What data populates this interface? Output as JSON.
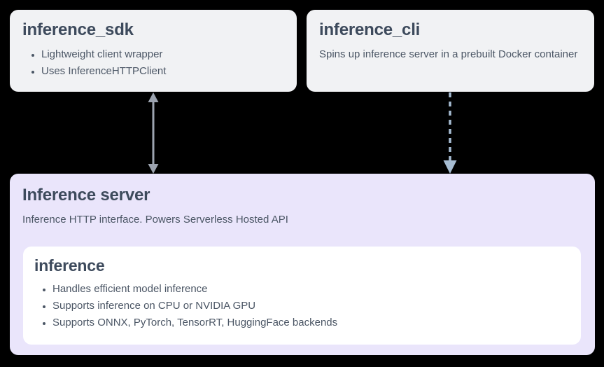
{
  "diagram": {
    "sdk_card": {
      "title": "inference_sdk",
      "bullets": [
        "Lightweight client wrapper",
        "Uses InferenceHTTPClient"
      ]
    },
    "cli_card": {
      "title": "inference_cli",
      "description": "Spins up inference server in a prebuilt Docker container"
    },
    "server_card": {
      "title": "Inference server",
      "subtitle": "Inference HTTP interface. Powers Serverless Hosted API",
      "inference_card": {
        "title": "inference",
        "bullets": [
          "Handles efficient model inference",
          "Supports inference on CPU or NVIDIA GPU",
          "Supports ONNX, PyTorch, TensorRT, HuggingFace backends"
        ]
      }
    },
    "arrows": [
      {
        "name": "sdk-to-server",
        "style": "solid",
        "direction": "both",
        "color": "#9ca3af"
      },
      {
        "name": "cli-to-server",
        "style": "dashed",
        "direction": "down",
        "color": "#a6bcd2"
      }
    ]
  },
  "colors": {
    "background": "#000000",
    "top_card_bg": "#f1f2f4",
    "server_card_bg": "#eae5fb",
    "inner_card_bg": "#ffffff",
    "heading_text": "#3d4a5c",
    "body_text": "#4b5665",
    "solid_arrow": "#9ca3af",
    "dashed_arrow": "#a6bcd2"
  }
}
